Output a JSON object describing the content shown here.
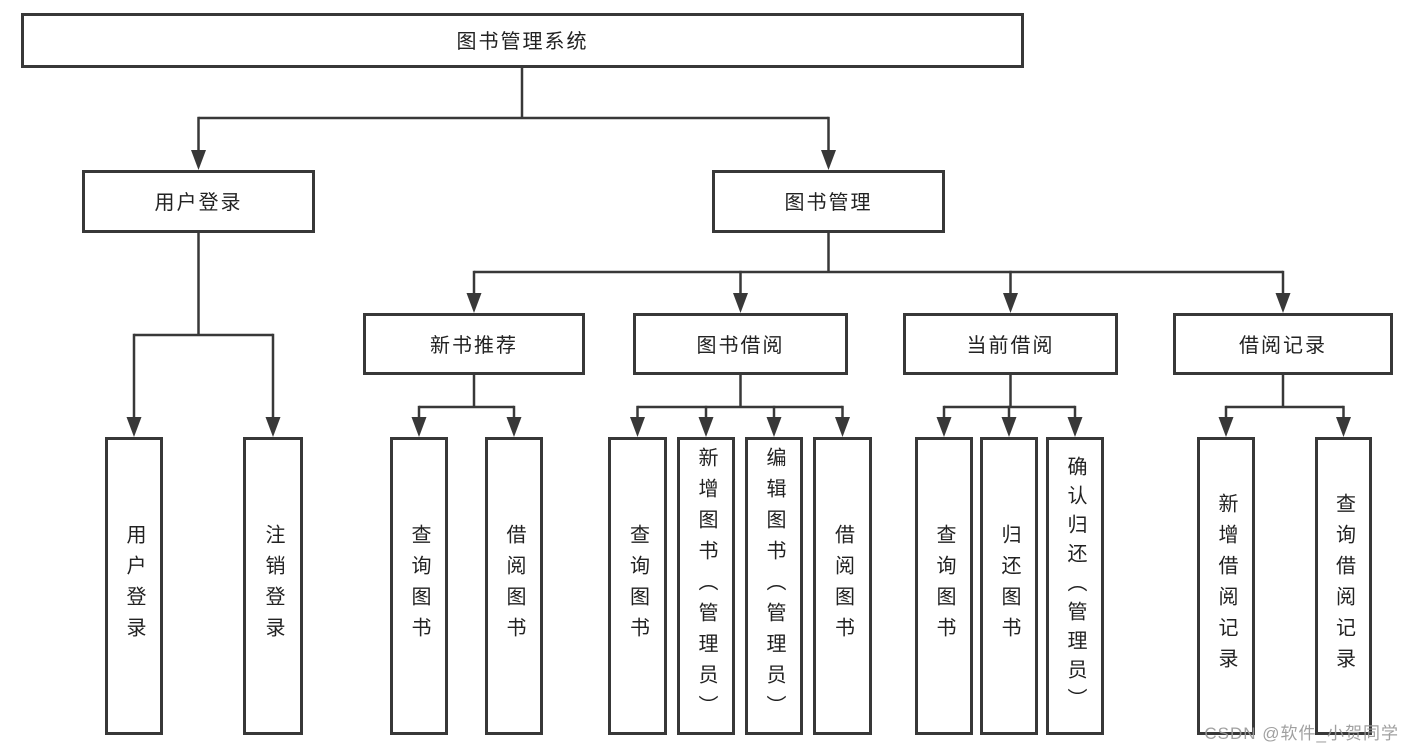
{
  "diagram": {
    "root": {
      "label": "图书管理系统"
    },
    "user_login": {
      "label": "用户登录",
      "children": [
        {
          "label": "用户登录"
        },
        {
          "label": "注销登录"
        }
      ]
    },
    "book_mgmt": {
      "label": "图书管理",
      "sections": [
        {
          "label": "新书推荐",
          "children": [
            {
              "label": "查询图书"
            },
            {
              "label": "借阅图书"
            }
          ]
        },
        {
          "label": "图书借阅",
          "children": [
            {
              "label": "查询图书"
            },
            {
              "label": "新增图书（管理员）"
            },
            {
              "label": "编辑图书（管理员）"
            },
            {
              "label": "借阅图书"
            }
          ]
        },
        {
          "label": "当前借阅",
          "children": [
            {
              "label": "查询图书"
            },
            {
              "label": "归还图书"
            },
            {
              "label": "确认归还（管理员）"
            }
          ]
        },
        {
          "label": "借阅记录",
          "children": [
            {
              "label": "新增借阅记录"
            },
            {
              "label": "查询借阅记录"
            }
          ]
        }
      ]
    }
  },
  "watermark": {
    "text": "CSDN @软件_小贺同学"
  },
  "colors": {
    "line": "#383838",
    "text": "#222222",
    "watermark": "#989898",
    "background": "#ffffff"
  }
}
